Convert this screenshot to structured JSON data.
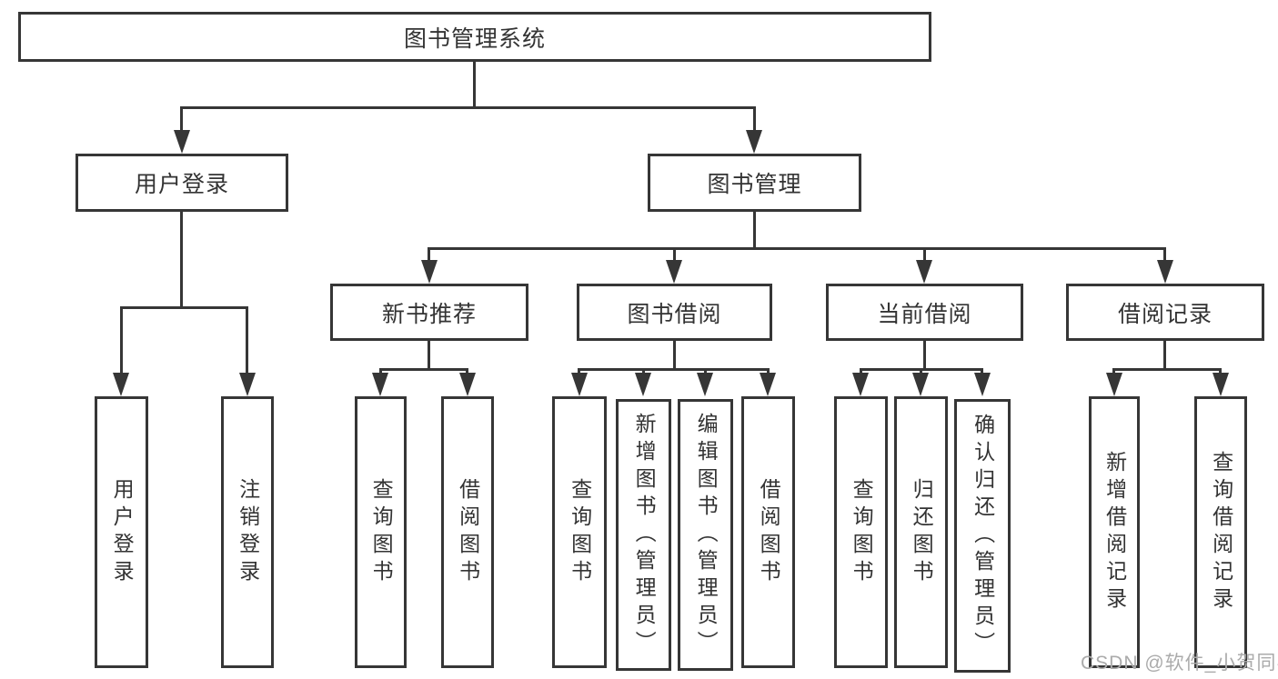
{
  "root": {
    "label": "图书管理系统"
  },
  "branches": [
    {
      "label": "用户登录",
      "children": [
        {
          "label": "用户登录"
        },
        {
          "label": "注销登录"
        }
      ]
    },
    {
      "label": "图书管理",
      "children": [
        {
          "label": "新书推荐",
          "children": [
            {
              "label": "查询图书"
            },
            {
              "label": "借阅图书"
            }
          ]
        },
        {
          "label": "图书借阅",
          "children": [
            {
              "label": "查询图书"
            },
            {
              "label": "新增图书（管理员）"
            },
            {
              "label": "编辑图书（管理员）"
            },
            {
              "label": "借阅图书"
            }
          ]
        },
        {
          "label": "当前借阅",
          "children": [
            {
              "label": "查询图书"
            },
            {
              "label": "归还图书"
            },
            {
              "label": "确认归还（管理员）"
            }
          ]
        },
        {
          "label": "借阅记录",
          "children": [
            {
              "label": "新增借阅记录"
            },
            {
              "label": "查询借阅记录"
            }
          ]
        }
      ]
    }
  ],
  "watermark": "CSDN @软件_小贺同学",
  "colors": {
    "line": "#363636",
    "text": "#333333",
    "watermark": "#ababab",
    "background": "#ffffff"
  }
}
